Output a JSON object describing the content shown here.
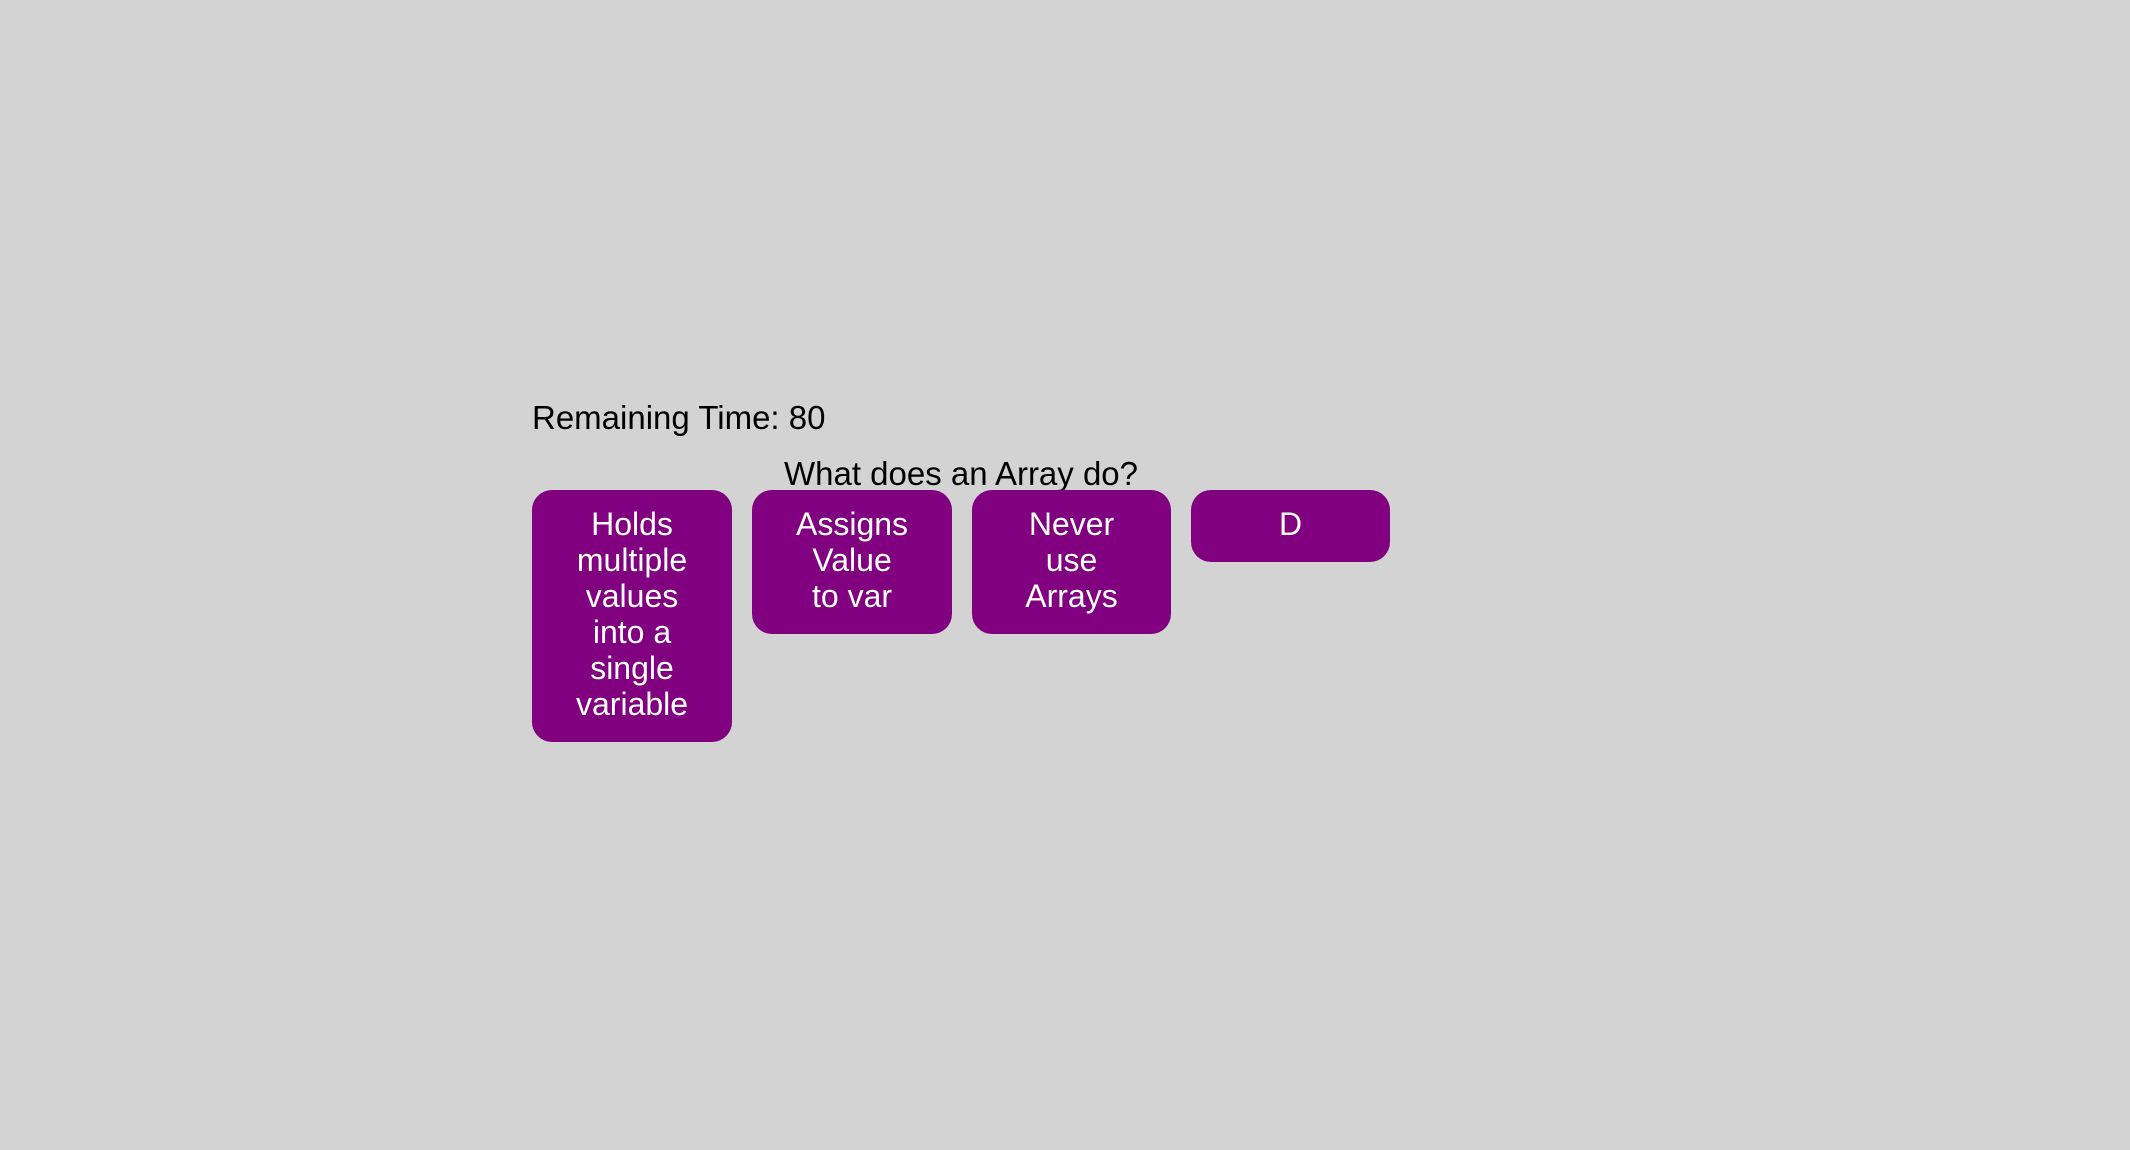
{
  "timer": {
    "label": "Remaining Time: 80"
  },
  "question": {
    "text": "What does an Array do?"
  },
  "answers": [
    {
      "label": "Holds multiple values into a single variable"
    },
    {
      "label": "Assigns Value to var"
    },
    {
      "label": "Never use Arrays"
    },
    {
      "label": "D"
    }
  ],
  "colors": {
    "background": "#d3d3d3",
    "answer_bg": "#800080",
    "answer_text": "#ffffff"
  }
}
